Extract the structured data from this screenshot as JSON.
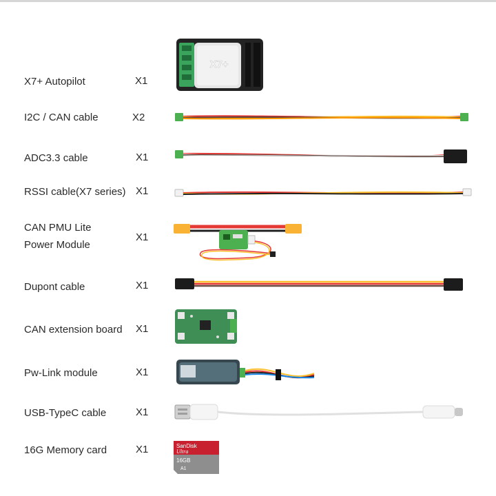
{
  "items": [
    {
      "label_lines": [
        "X7+  Autopilot"
      ],
      "qty": "X1"
    },
    {
      "label_lines": [
        "I2C / CAN cable"
      ],
      "qty": "X2"
    },
    {
      "label_lines": [
        "ADC3.3  cable"
      ],
      "qty": "X1"
    },
    {
      "label_lines": [
        "RSSI cable(X7 series)"
      ],
      "qty": "X1"
    },
    {
      "label_lines": [
        "CAN PMU Lite",
        "Power Module"
      ],
      "qty": "X1"
    },
    {
      "label_lines": [
        "Dupont cable"
      ],
      "qty": "X1"
    },
    {
      "label_lines": [
        "CAN extension board"
      ],
      "qty": "X1"
    },
    {
      "label_lines": [
        "Pw-Link  module"
      ],
      "qty": "X1"
    },
    {
      "label_lines": [
        "USB-TypeC  cable"
      ],
      "qty": "X1"
    },
    {
      "label_lines": [
        "16G Memory card"
      ],
      "qty": "X1"
    }
  ],
  "autopilot_marking": "X7+",
  "sd_card": {
    "brand": "SanDisk",
    "line": "Ultra",
    "capacity": "16GB",
    "marks": "A1"
  },
  "colors": {
    "background": "#ffffff",
    "text": "#2a2a2a",
    "connector_green": "#4caf50",
    "sd_red": "#c8202f",
    "sd_gray": "#8e8e8e"
  }
}
